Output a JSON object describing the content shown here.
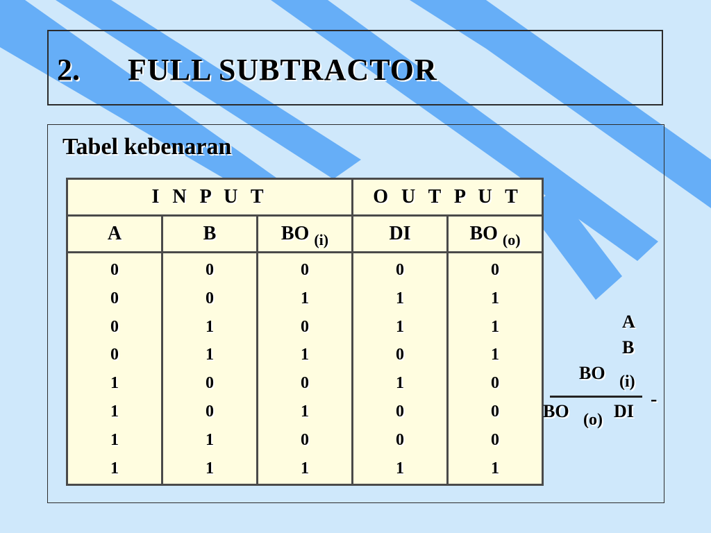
{
  "colors": {
    "background": "#cfe8fb",
    "stripe": "#66aef7",
    "table_fill": "#fffde0",
    "border": "#2b2b2b"
  },
  "slide": {
    "number": "2.",
    "title": "FULL SUBTRACTOR",
    "subtitle": "Tabel kebenaran"
  },
  "table": {
    "group_input": "I N P U T",
    "group_output": "O U T P U T",
    "headers": [
      {
        "main": "A",
        "sub": ""
      },
      {
        "main": "B",
        "sub": ""
      },
      {
        "main": "BO",
        "sub": "(i)"
      },
      {
        "main": "DI",
        "sub": ""
      },
      {
        "main": "BO",
        "sub": "(o)"
      }
    ],
    "columns": [
      [
        "0",
        "0",
        "0",
        "0",
        "1",
        "1",
        "1",
        "1"
      ],
      [
        "0",
        "0",
        "1",
        "1",
        "0",
        "0",
        "1",
        "1"
      ],
      [
        "0",
        "1",
        "0",
        "1",
        "0",
        "1",
        "0",
        "1"
      ],
      [
        "0",
        "1",
        "1",
        "0",
        "1",
        "0",
        "0",
        "1"
      ],
      [
        "0",
        "1",
        "1",
        "1",
        "0",
        "0",
        "0",
        "1"
      ]
    ]
  },
  "side_operation": {
    "a": "A",
    "b": "B",
    "bo_in": "BO",
    "bo_in_sub": "(i)",
    "minus": "-",
    "bo_out": "BO",
    "bo_out_sub": "(o)",
    "di": "DI"
  }
}
